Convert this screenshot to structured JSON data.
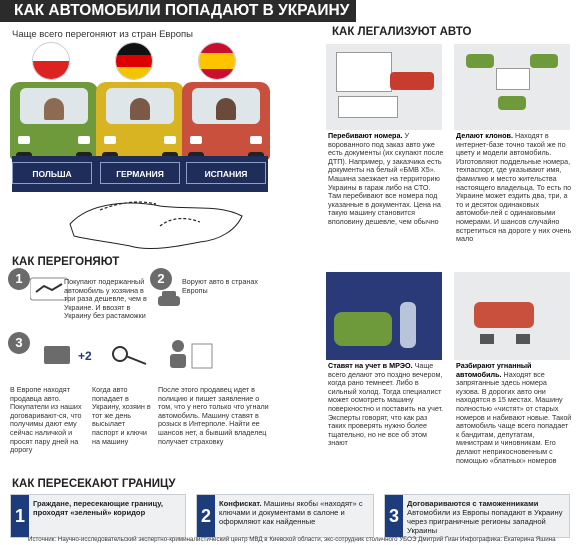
{
  "title": "КАК АВТОМОБИЛИ ПОПАДАЮТ В УКРАИНУ",
  "left": {
    "subtitle": "Чаще всего перегоняют из стран Европы",
    "countries": [
      "ПОЛЬША",
      "ГЕРМАНИЯ",
      "ИСПАНИЯ"
    ]
  },
  "how_transport": {
    "heading": "КАК ПЕРЕГОНЯЮТ",
    "item1": "Покупают подержанный автомобиль у хозяина в три раза дешевле, чем в Украине. И ввозят в Украину без растаможки",
    "item2": "Воруют авто в странах Европы",
    "col1": "В Европе находят продавца авто. Покупатели из наших договаривают-ся, что получимы дают ему сейчас наличкой и просят пару дней на дорогу",
    "col2": "Когда авто попадает в Украину, хозяин в тот же день высылает паспорт и ключи на машину",
    "col3": "После этого продавец идет в полицию и пишет заявление о том, что у него только что угнали автомобиль. Машину ставят в розыск в Интерполе. Найти ее шансов нет, а бывший владелец получает страховку"
  },
  "legalize": {
    "heading": "КАК ЛЕГАЛИЗУЮТ АВТО",
    "b1_title": "Перебивают номера.",
    "b1_text": "У ворованного под заказ авто уже есть документы (их скупают после ДТП). Например, у заказчика есть документы на белый «БМВ Х5». Машина заезжает на территорию Украины в гараж либо на СТО. Там перебивают все номера под указанные в документах. Цена на такую машину становится вполовину дешевле, чем обычно",
    "b2_title": "Делают клонов.",
    "b2_text": "Находят в интернет-базе точно такой же по цвету и модели автомобиль. Изготовляют поддельные номера, техпаспорт, где указывают имя, фамилию и место жительства настоящего владельца. То есть по Украине может ездить два, три, а то и десяток одинаковых автомоби-лей с одинаковыми номерами. И шансов случайно встретиться на дороге у них очень мало",
    "b3_title": "Ставят на учет в МРЭО.",
    "b3_text": "Чаще всего делают это поздно вечером, когда рано темнеет. Либо в сильный холод. Тогда специалист может осмотреть машину поверхностно и поставить на учет. Эксперты говорят, что как раз таких проверять нужно более тщательно, но не все об этом знают",
    "b4_title": "Разбирают угнанный автомобиль.",
    "b4_text": "Находят все запрятанные здесь номера кузова. В дорогих авто они находятся в 15 местах. Машину полностью «чистят» от старых номеров и набивают новые. Такой автомобиль чаще всего попадает к бандитам, депутатам, министрам и чиновникам. Его делают неприкосновенным с помощью «блатных» номеров"
  },
  "border": {
    "heading": "КАК ПЕРЕСЕКАЮТ ГРАНИЦУ",
    "steps": [
      {
        "num": "1",
        "title": "Граждане, пересекающие границу, проходят «зеленый» коридор",
        "text": ""
      },
      {
        "num": "2",
        "title": "Конфискат.",
        "text": "Машины якобы «находят» с ключами и документами в салоне и оформляют как найденные"
      },
      {
        "num": "3",
        "title": "Договариваются с таможенниками",
        "text": "Автомобили из Европы попадают в Украину через приграничные регионы западной Украины"
      }
    ]
  },
  "footer": "Источник: Научно-исследовательский экспертно-криминалистический центр МВД в Киевской области, экс-сотрудник столичного УБОЭ Дмитрий Гиан  Инфографика: Екатерина Яшина",
  "colors": {
    "accent": "#1f2d5a",
    "dark": "#2b2b2b",
    "green_car": "#6e9a3c",
    "yellow_car": "#d8b423",
    "red_car": "#c8503c"
  }
}
